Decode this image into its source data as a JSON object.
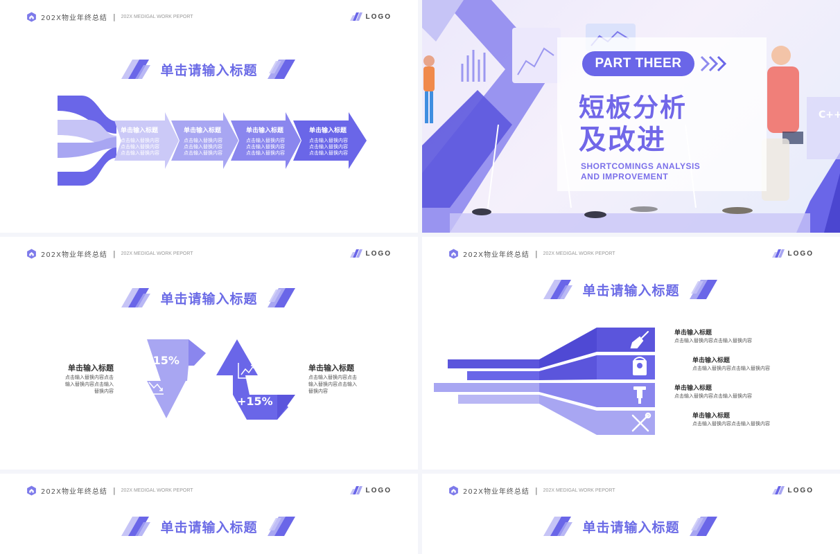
{
  "header": {
    "title": "202X物业年终总结",
    "separator": "|",
    "subtitle": "202X MEDIGAL WORK PEPORT",
    "logo": "LOGO"
  },
  "section_title": "单击请输入标题",
  "slide1": {
    "steps": [
      {
        "title": "单击输入标题",
        "lines": [
          "点击输入替换内容",
          "点击输入替换内容",
          "点击输入替换内容"
        ]
      },
      {
        "title": "单击输入标题",
        "lines": [
          "点击输入替换内容",
          "点击输入替换内容",
          "点击输入替换内容"
        ]
      },
      {
        "title": "单击输入标题",
        "lines": [
          "点击输入替换内容",
          "点击输入替换内容",
          "点击输入替换内容"
        ]
      },
      {
        "title": "单击输入标题",
        "lines": [
          "点击输入替换内容",
          "点击输入替换内容",
          "点击输入替换内容"
        ]
      }
    ]
  },
  "cover": {
    "part": "PART THEER",
    "title_line1": "短板分析",
    "title_line2": "及改进",
    "en_line1": "SHORTCOMINGS   ANALYSIS",
    "en_line2": "AND IMPROVEMENT"
  },
  "slide3": {
    "left": {
      "title": "单击输入标题",
      "lines": [
        "点击输入替换内容点击",
        "输入替换内容点击输入",
        "替换内容"
      ]
    },
    "right": {
      "title": "单击输入标题",
      "lines": [
        "点击输入替换内容点击",
        "输入替换内容点击输入",
        "替换内容"
      ]
    },
    "down_value": "-15%",
    "up_value": "+15%"
  },
  "slide4": {
    "items": [
      {
        "title": "单击输入标题",
        "desc": "点击输入替换内容点击输入替换内容",
        "icon": "paint-brush-icon"
      },
      {
        "title": "单击输入标题",
        "desc": "点击输入替换内容点击输入替换内容",
        "icon": "paint-bucket-icon"
      },
      {
        "title": "单击输入标题",
        "desc": "点击输入替换内容点击输入替换内容",
        "icon": "jackhammer-icon"
      },
      {
        "title": "单击输入标题",
        "desc": "点击输入替换内容点击输入替换内容",
        "icon": "wrench-screwdriver-icon"
      }
    ]
  },
  "colors": {
    "primary": "#6a66e8",
    "light": "#a8a6f2",
    "pale": "#c6c4f6",
    "deep": "#5b55dc"
  }
}
